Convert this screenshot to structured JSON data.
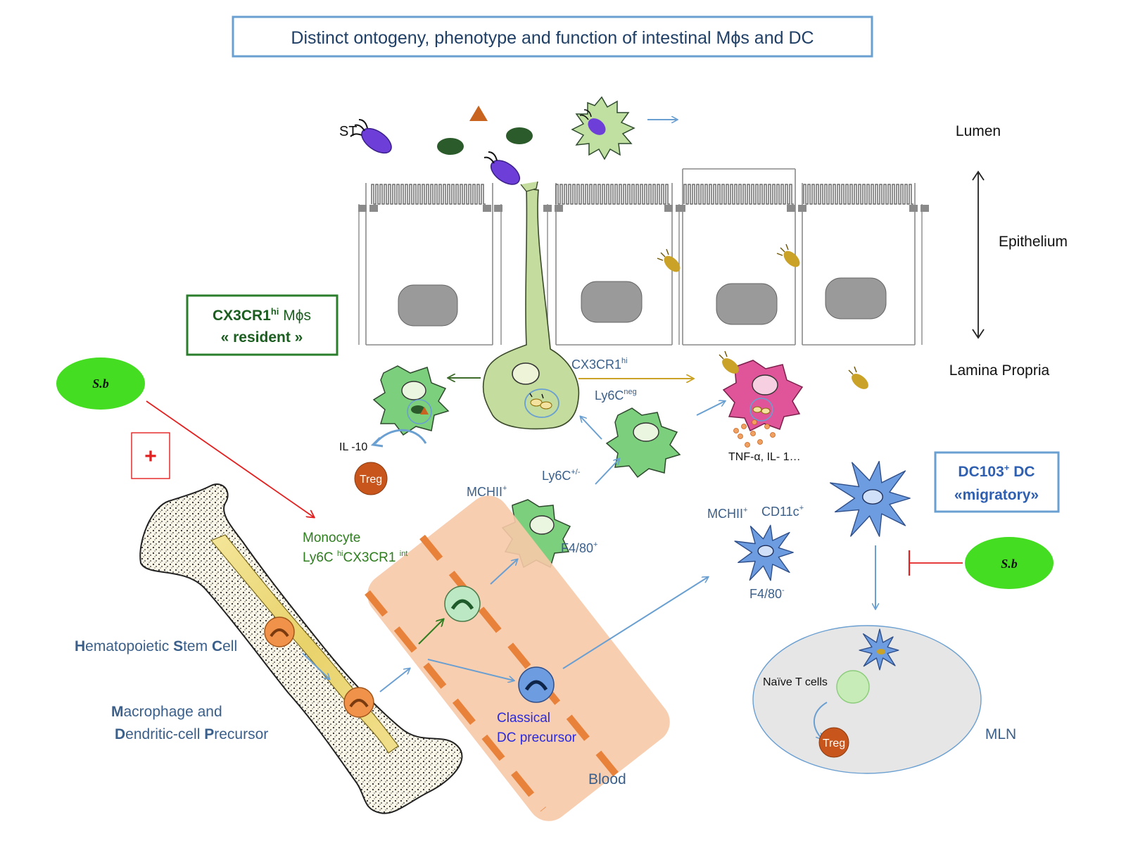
{
  "title": "Distinct ontogeny, phenotype and function of intestinal Mϕs and DC",
  "regions": {
    "lumen": "Lumen",
    "epithelium": "Epithelium",
    "lamina_propria": "Lamina Propria",
    "blood": "Blood",
    "mln": "MLN"
  },
  "labels": {
    "st": "ST",
    "sb_left": "S.b",
    "sb_right": "S.b",
    "plus": "+",
    "resident_line1_main": "CX3CR1",
    "resident_line1_sup": "hi",
    "resident_line1_tail": " Mϕs",
    "resident_line2": "« resident »",
    "dc103_line1_main": "DC103",
    "dc103_line1_sup": "+",
    "dc103_line1_tail": " DC",
    "dc103_line2": "«migratory»",
    "cx3cr1hi_main": "CX3CR1",
    "cx3cr1hi_sup": "hi",
    "ly6cneg_main": "Ly6C",
    "ly6cneg_sup": "neg",
    "ly6cpm_main": "Ly6C",
    "ly6cpm_sup": "+/-",
    "mchii_main": "MCHII",
    "mchii_sup": "+",
    "f480_main": "F4/80",
    "f480_sup": "+",
    "il10": "IL -10",
    "treg": "Treg",
    "tnf": "TNF-α, IL- 1…",
    "monocyte_line1": "Monocyte",
    "monocyte_line2_a": "Ly6C ",
    "monocyte_line2_sup1": "hi",
    "monocyte_line2_b": "CX3CR1 ",
    "monocyte_line2_sup2": "int",
    "dc_mchii_main": "MCHII",
    "dc_mchii_sup": "+",
    "dc_cd11c_main": "CD11c",
    "dc_cd11c_sup": "+",
    "dc_f480_main": "F4/80",
    "dc_f480_sup": "-",
    "hsc": [
      {
        "cap": "H",
        "rest": "ematopoietic "
      },
      {
        "cap": "S",
        "rest": "tem "
      },
      {
        "cap": "C",
        "rest": "ell"
      }
    ],
    "mdp_line1": [
      {
        "cap": "M",
        "rest": "acrophage and"
      }
    ],
    "mdp_line2": [
      {
        "cap": "D",
        "rest": "endritic-cell "
      },
      {
        "cap": "P",
        "rest": "recursor"
      }
    ],
    "classical_line1": "Classical",
    "classical_line2": "DC precursor",
    "naive_t": "Naïve T cells",
    "treg_mln": "Treg"
  },
  "colors": {
    "title_border": "#6a9fd1",
    "resident_border": "#2a7d2a",
    "dc103_border": "#6a9fd1",
    "sb_fill": "#44dd22",
    "macrophage": "#b9d99a",
    "resident_mac": "#7ccf7c",
    "inflammatory": "#e0559a",
    "dc_blue": "#6d9de0",
    "treg": "#c8561c",
    "blood_fill": "#f7c9a8",
    "blood_dash": "#e8823a",
    "arrow_blue": "#6a9fd1",
    "arrow_gold": "#c9a227",
    "arrow_red": "#e32020",
    "bacteria": "#6d3fd8",
    "mln_fill": "#e6e6e6"
  }
}
